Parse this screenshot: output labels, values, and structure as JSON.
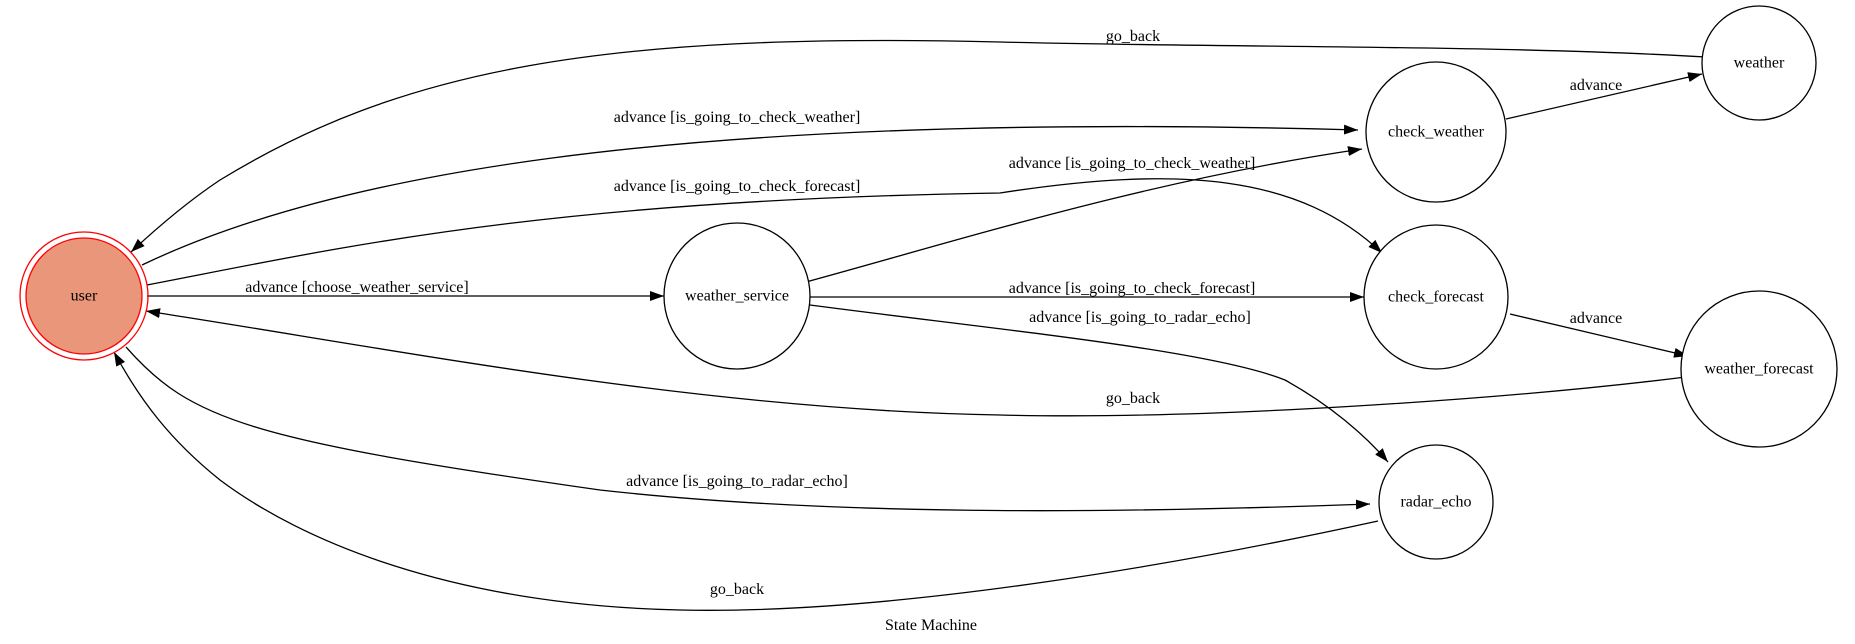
{
  "graph": {
    "title": "State Machine",
    "start_fill": "#e9967a",
    "start_stroke": "#ff0000"
  },
  "nodes": [
    {
      "id": "user",
      "label": "user",
      "initial": true
    },
    {
      "id": "weather_service",
      "label": "weather_service"
    },
    {
      "id": "check_weather",
      "label": "check_weather"
    },
    {
      "id": "check_forecast",
      "label": "check_forecast"
    },
    {
      "id": "radar_echo",
      "label": "radar_echo"
    },
    {
      "id": "weather",
      "label": "weather"
    },
    {
      "id": "weather_forecast",
      "label": "weather_forecast"
    }
  ],
  "edges": [
    {
      "id": "e1",
      "from": "user",
      "to": "weather_service",
      "label": "advance [choose_weather_service]"
    },
    {
      "id": "e2",
      "from": "user",
      "to": "check_weather",
      "label": "advance [is_going_to_check_weather]"
    },
    {
      "id": "e3",
      "from": "user",
      "to": "check_forecast",
      "label": "advance [is_going_to_check_forecast]"
    },
    {
      "id": "e4",
      "from": "user",
      "to": "radar_echo",
      "label": "advance [is_going_to_radar_echo]"
    },
    {
      "id": "e5",
      "from": "weather_service",
      "to": "check_weather",
      "label": "advance [is_going_to_check_weather]"
    },
    {
      "id": "e6",
      "from": "weather_service",
      "to": "check_forecast",
      "label": "advance [is_going_to_check_forecast]"
    },
    {
      "id": "e7",
      "from": "weather_service",
      "to": "radar_echo",
      "label": "advance [is_going_to_radar_echo]"
    },
    {
      "id": "e8",
      "from": "check_weather",
      "to": "weather",
      "label": "advance"
    },
    {
      "id": "e9",
      "from": "check_forecast",
      "to": "weather_forecast",
      "label": "advance"
    },
    {
      "id": "e10",
      "from": "weather",
      "to": "user",
      "label": "go_back"
    },
    {
      "id": "e11",
      "from": "weather_forecast",
      "to": "user",
      "label": "go_back"
    },
    {
      "id": "e12",
      "from": "radar_echo",
      "to": "user",
      "label": "go_back"
    }
  ]
}
